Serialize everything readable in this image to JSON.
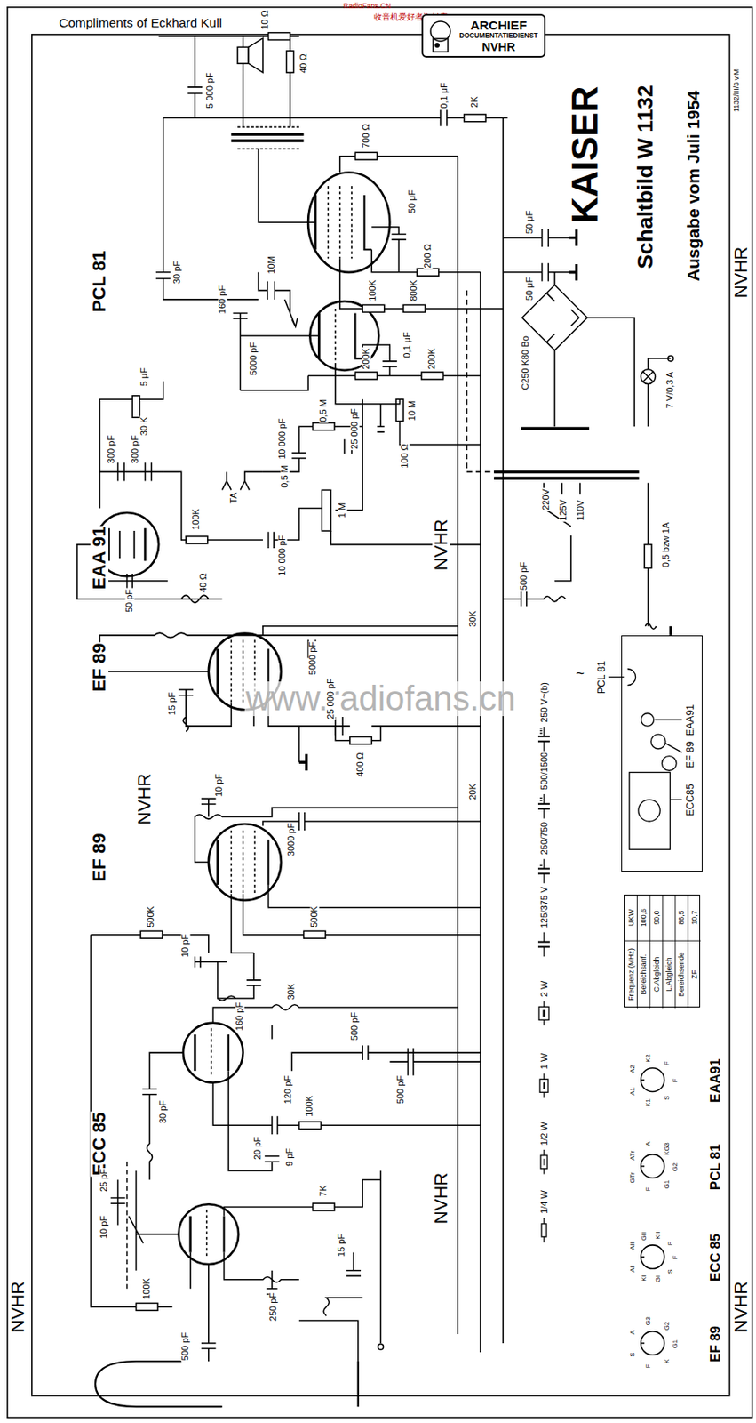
{
  "diagram": {
    "nodes": [
      {
        "text": [
          "ARCHIEF",
          "DOCUMENTATIEDIENST",
          "NVHR"
        ]
      },
      {
        "text": [
          "PCL 81",
          "EAA91",
          "EF 89",
          "ECC85"
        ]
      },
      {
        "text": [
          "Frequenz (MHz)",
          "UKW",
          "Bereichsanf.",
          "100,6",
          "C.Abgleich",
          "90,0",
          "L.Abgleich",
          "Bereichsende",
          "86,5",
          "ZF",
          "10,7"
        ]
      }
    ],
    "labels": [
      "RadioFans.CN",
      "收音机爱好者资料库",
      "www.radiofans.cn",
      "Compliments of Eckhard Kull",
      "KAISER",
      "Schaltbild W 1132",
      "Ausgabe vom Juli 1954",
      "1132/III/3 v.M",
      "PCL 81",
      "EAA 91",
      "EF 89",
      "EF 89",
      "ECC 85",
      "NVHR",
      "NVHR",
      "NVHR",
      "NVHR",
      "NVHR",
      "NVHR",
      "10 Ω",
      "40 Ω",
      "5 000 pF",
      "0,1 μF",
      "2K",
      "700 Ω",
      "50 μF",
      "200 Ω",
      "100K",
      "800K",
      "160 pF",
      "10M",
      "30 pF",
      "5000 pF",
      "200K",
      "200K",
      "0,1 μF",
      "10 M",
      "50 μF",
      "50 μF",
      "C250 K80 Bo",
      "7 V/0,3 A",
      "5 μF",
      "30 K",
      "300 pF",
      "300 pF",
      "TA",
      "10 000 pF",
      "0,5 M",
      "0,5 M",
      "25 000 pF",
      "100 Ω",
      "1 M",
      "100K",
      "10 000 pF",
      "50 pF",
      "40 Ω",
      "220V",
      "125V",
      "110V",
      "0,5 bzw 1A",
      "30K",
      "500 pF",
      "~",
      "5000 pF",
      "25 000 pF",
      "400 Ω",
      "15 pF",
      "20K",
      "10 pF",
      "3000 pF",
      "500K",
      "500K",
      "10 pF",
      "160 pF",
      "30K",
      "500 pF",
      "500 pF",
      "100K",
      "30 pF",
      "25 pF",
      "20 pF",
      "120 pF",
      "9 pF",
      "10 pF",
      "250 pF",
      "7K",
      "100K",
      "500 pF",
      "15 pF",
      "A2",
      "K2",
      "F",
      "F",
      "S",
      "K1",
      "A1",
      "EAA91",
      "ATr",
      "A",
      "KG3",
      "G2",
      "G1",
      "F",
      "GTr",
      "PCL 81",
      "AII",
      "GII",
      "KII",
      "F",
      "F",
      "S",
      "GI",
      "KI",
      "AI",
      "ECC 85",
      "A",
      "G3",
      "G2",
      "G1",
      "K",
      "F",
      "S",
      "EF 89"
    ],
    "legend": [
      {
        "text": "1/4 W"
      },
      {
        "text": "1/2 W"
      },
      {
        "text": "1 W"
      },
      {
        "text": "2 W"
      },
      {
        "text": "125/375 V"
      },
      {
        "text": "250/750 V"
      },
      {
        "text": "500/1500 V"
      },
      {
        "text": "250 V~(b)"
      }
    ]
  }
}
